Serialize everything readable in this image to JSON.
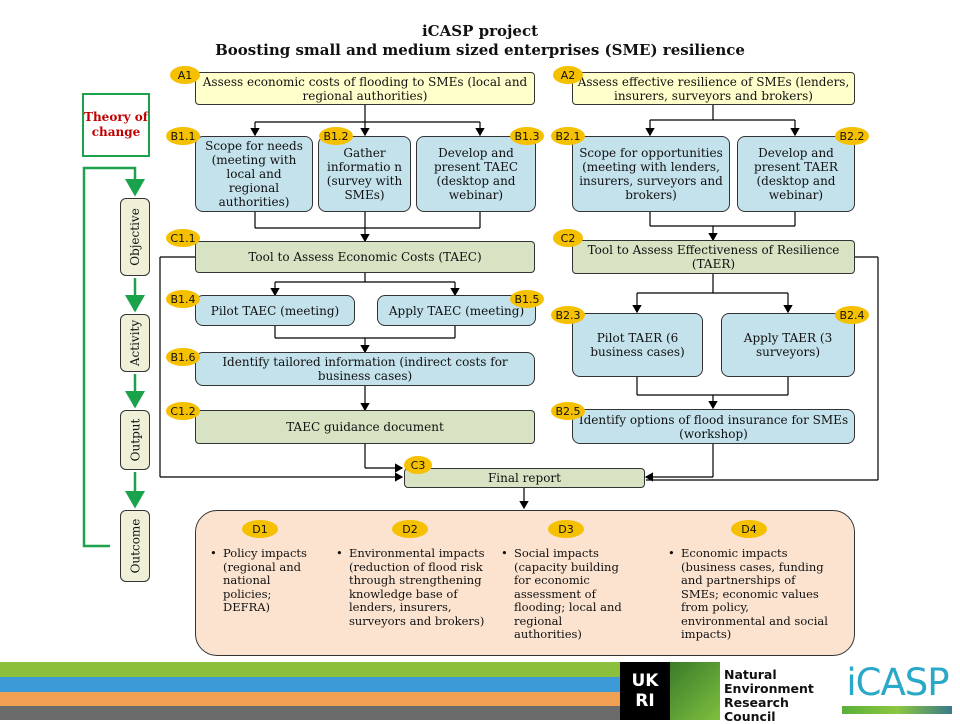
{
  "header": {
    "line1": "iCASP project",
    "line2": "Boosting small and medium sized enterprises (SME) resilience"
  },
  "theory": {
    "label": "Theory of change"
  },
  "stages": [
    "Objective",
    "Activity",
    "Output",
    "Outcome"
  ],
  "nodes": {
    "A1": {
      "tag": "A1",
      "text": "Assess economic costs of flooding to SMEs (local and regional authorities)"
    },
    "A2": {
      "tag": "A2",
      "text": "Assess effective resilience of SMEs (lenders, insurers, surveyors and brokers)"
    },
    "B11": {
      "tag": "B1.1",
      "text": "Scope for needs (meeting with local and regional authorities)"
    },
    "B12": {
      "tag": "B1.2",
      "text": "Gather informatio n (survey with SMEs)"
    },
    "B13": {
      "tag": "B1.3",
      "text": "Develop and present TAEC (desktop and webinar)"
    },
    "B21": {
      "tag": "B2.1",
      "text": "Scope for opportunities (meeting with lenders, insurers, surveyors and brokers)"
    },
    "B22": {
      "tag": "B2.2",
      "text": "Develop and present TAER (desktop and webinar)"
    },
    "C11": {
      "tag": "C1.1",
      "text": "Tool to Assess Economic Costs (TAEC)"
    },
    "C2": {
      "tag": "C2",
      "text": "Tool to Assess Effectiveness of Resilience (TAER)"
    },
    "B14": {
      "tag": "B1.4",
      "text": "Pilot TAEC (meeting)"
    },
    "B15": {
      "tag": "B1.5",
      "text": "Apply TAEC (meeting)"
    },
    "B16": {
      "tag": "B1.6",
      "text": "Identify tailored information (indirect costs for business cases)"
    },
    "B23": {
      "tag": "B2.3",
      "text": "Pilot TAER (6 business cases)"
    },
    "B24": {
      "tag": "B2.4",
      "text": "Apply TAER (3 surveyors)"
    },
    "C12": {
      "tag": "C1.2",
      "text": "TAEC guidance document"
    },
    "B25": {
      "tag": "B2.5",
      "text": "Identify options of flood insurance for SMEs (workshop)"
    },
    "C3": {
      "tag": "C3",
      "text": "Final report"
    }
  },
  "outcomes": [
    {
      "tag": "D1",
      "text": "Policy impacts (regional and national policies; DEFRA)"
    },
    {
      "tag": "D2",
      "text": "Environmental impacts (reduction of flood risk through strengthening knowledge base of lenders, insurers, surveyors and brokers)"
    },
    {
      "tag": "D3",
      "text": "Social impacts (capacity building for economic assessment of flooding; local and regional authorities)"
    },
    {
      "tag": "D4",
      "text": "Economic impacts (business cases, funding and partnerships of SMEs; economic values from policy, environmental and social impacts)"
    }
  ],
  "footer": {
    "ukri": "UKRI",
    "nerc_line1": "Natural",
    "nerc_line2": "Environment",
    "nerc_line3": "Research Council",
    "icasp": "iCASP",
    "stripe_colors": [
      "#8cbf3c",
      "#3c9ad6",
      "#f0a050",
      "#6b6b6b"
    ]
  }
}
